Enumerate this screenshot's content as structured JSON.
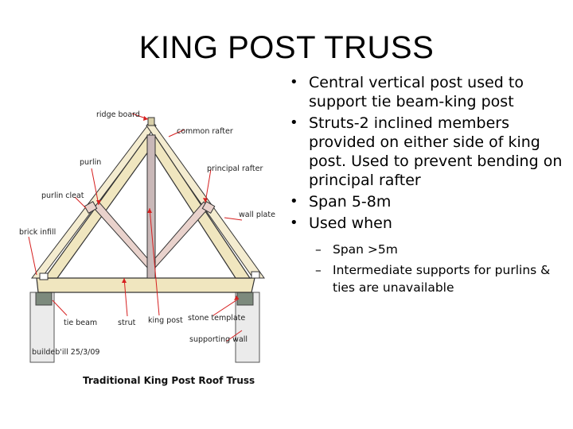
{
  "title": "KING POST TRUSS",
  "bullets": [
    "Central vertical post used to support tie beam-king post",
    "Struts-2 inclined members provided on either side of king post. Used to prevent bending on principal rafter",
    "Span 5-8m",
    "Used when"
  ],
  "sub_bullets": [
    "Span >5m",
    "Intermediate supports for purlins & ties are unavailable"
  ],
  "diagram": {
    "caption": "Traditional King Post Roof Truss",
    "labels": {
      "ridge_board": "ridge board",
      "common_rafter": "common rafter",
      "purlin": "purlin",
      "principal_rafter": "principal rafter",
      "purlin_cleat": "purlin cleat",
      "wall_plate": "wall plate",
      "brick_infill": "brick infill",
      "tie_beam": "tie beam",
      "strut": "strut",
      "king_post": "king post",
      "stone_template": "stone template",
      "supporting_wall": "supporting wall",
      "copyright": "buildeb'ill 25/3/09"
    },
    "colors": {
      "timber": "#f0e6bf",
      "strut": "#e9d2cc",
      "king_post": "#c9b8b8",
      "wall": "#ebebeb",
      "stone": "#7d8a7d",
      "leader": "#d62020",
      "outline": "#333333"
    }
  }
}
